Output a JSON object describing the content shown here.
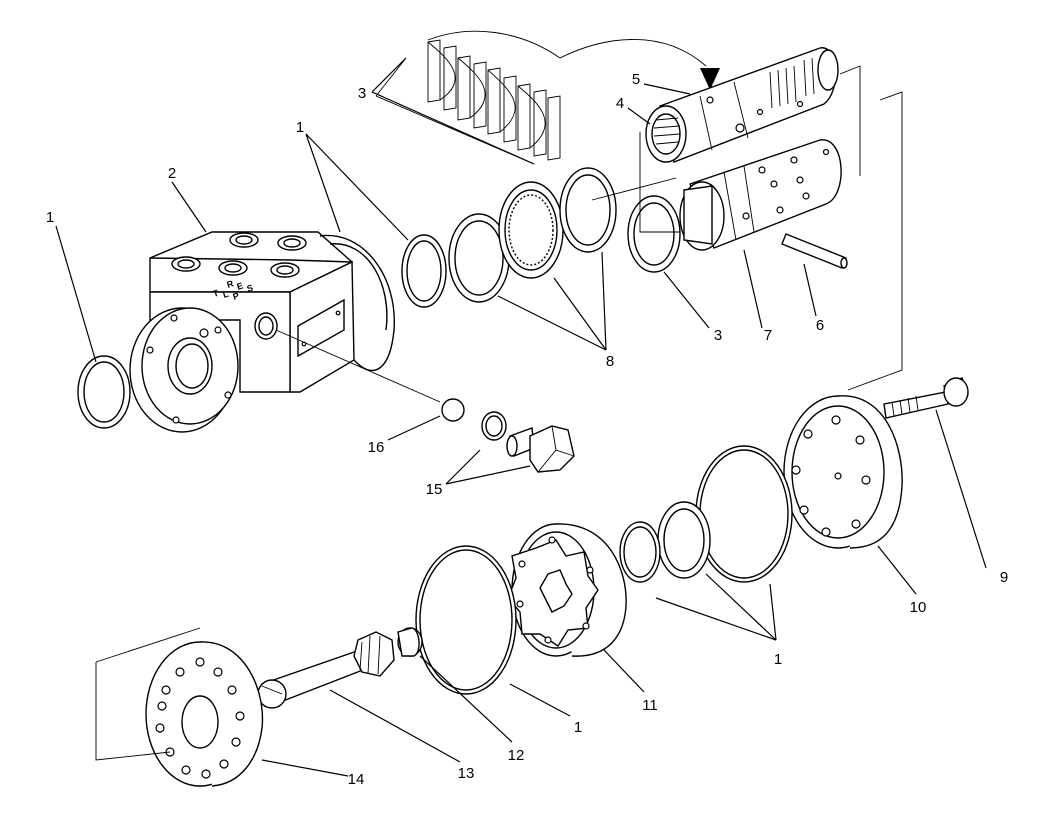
{
  "callouts": [
    "1",
    "2",
    "3",
    "4",
    "5",
    "6",
    "7",
    "8",
    "9",
    "10",
    "11",
    "12",
    "13",
    "14",
    "15",
    "16"
  ],
  "port_markings": [
    "T",
    "L",
    "P",
    "R",
    "E",
    "S"
  ]
}
